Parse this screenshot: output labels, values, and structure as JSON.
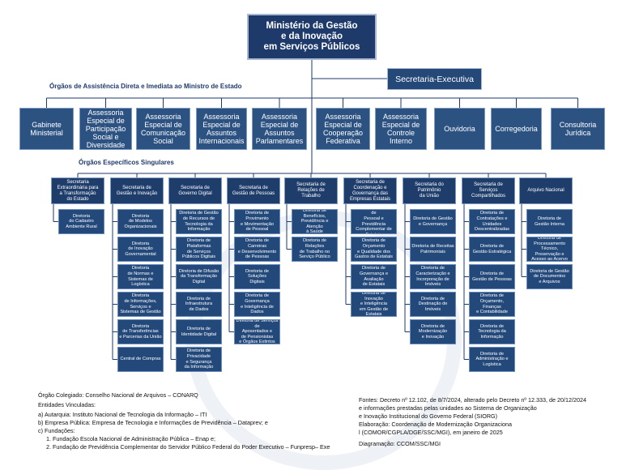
{
  "org_chart": {
    "ministry": "Ministério da Gestão\ne da Inovação\nem Serviços Públicos",
    "executive_secretariat": "Secretaria-Executiva",
    "direct_assistance_heading": "Órgãos de Assistência Direta e Imediata ao Ministro de Estado",
    "direct_assistance": [
      "Gabinete\nMinisterial",
      "Assessoria\nEspecial de\nParticipação\nSocial e\nDiversidade",
      "Assessoria\nEspecial de\nComunicação\nSocial",
      "Assessoria\nEspecial de\nAssuntos\nInternacionais",
      "Assessoria\nEspecial de\nAssuntos\nParlamentares",
      "Assessoria\nEspecial de\nCooperação\nFederativa",
      "Assessoria\nEspecial de\nControle\nInterno",
      "Ouvidoria",
      "Corregedoria",
      "Consultoria\nJurídica"
    ],
    "singular_heading": "Órgãos Específicos Singulares",
    "secretariats": [
      {
        "name": "Secretaria\nExtraordinária para\na Transformação\ndo Estado",
        "directorates": [
          "Diretoria\ndo Cadastro\nAmbiente Rural"
        ]
      },
      {
        "name": "Secretaria de\nGestão e Inovação",
        "directorates": [
          "Diretoria\nde Modelos\nOrganizacionais",
          "Diretoria\nde Inovação\nGovernamental",
          "Diretoria\nde Normas e\nSistemas de Logística",
          "Diretoria\nde Informações,\nServiços e\nSistemas de Gestão",
          "Diretoria\nde Transferências\ne Parcerias da União",
          "Central de Compras"
        ]
      },
      {
        "name": "Secretaria de\nGoverno Digital",
        "directorates": [
          "Diretoria de Gestão\nde Recursos de\nTecnologia da Informação",
          "Diretoria de Plataformas\nde Serviços\nPúblicos Digitais",
          "Diretoria de Difusão\nda Transformação\nDigital",
          "Diretoria de\nInfraestrutura\nde Dados",
          "Diretoria de\nIdentidade Digital",
          "Diretoria de Privacidade\ne Segurança\nda Informação"
        ]
      },
      {
        "name": "Secretaria de\nGestão de Pessoas",
        "directorates": [
          "Diretoria de Provimento\ne Movimentação\nde Pessoal",
          "Diretoria de Carreiras\ne Desenvolvimento\nde Pessoas",
          "Diretoria de\nSoluções\nDigitais",
          "Diretoria de Governança\ne Inteligência de\nDados",
          "Diretoria de Serviços de\nAposentados e\nde Pensionistas\ne Órgãos Extintos"
        ]
      },
      {
        "name": "Secretaria de\nRelações de\nTrabalho",
        "directorates": [
          "Diretoria de Benefícios,\nPrevidência e Atenção\nà Saúde",
          "Diretoria de Relações\nde Trabalho no\nServiço Público"
        ]
      },
      {
        "name": "Secretaria de\nCoordenação e\nGovernança das\nEmpresas Estatais",
        "directorates": [
          "Diretoria de Política de\nPessoal e Previdência\nComplementar de Estatais",
          "Diretoria de Orçamento\ne Qualidade dos\nGastos de Estatais",
          "Diretoria de\nGovernança e Avaliação\nde Estatais",
          "Diretoria de Inovação\ne Inteligência\nem Gestão de Estatais"
        ]
      },
      {
        "name": "Secretaria do\nPatrimônio\nda União",
        "directorates": [
          "Diretoria de Gestão\ne Governança",
          "Diretoria de Receitas\nPatrimoniais",
          "Diretoria de\nCaracterização e\nIncorporação de Imóveis",
          "Diretoria de\nDestinação de Imóveis",
          "Diretoria de\nModernização\ne Inovação"
        ]
      },
      {
        "name": "Secretaria de\nServiços\nCompartilhados",
        "directorates": [
          "Diretoria de\nContratações e Unidades\nDescentralizadas",
          "Diretoria de\nGestão Estratégica",
          "Diretoria de\nGestão de Pessoas",
          "Diretoria de\nOrçamento, Finanças\ne Contabilidade",
          "Diretoria de\nTecnologia da\nInformação",
          "Diretoria de\nAdministração e\nLogística"
        ]
      },
      {
        "name": "Arquivo Nacional",
        "directorates": [
          "Diretoria de\nGestão Interna",
          "Diretoria de Processamento\nTécnico, Preservação e\nAcesso ao Acervo",
          "Diretoria de Gestão\nde Documentos\ne Arquivos"
        ]
      }
    ]
  },
  "footer_left": {
    "collegiate": "Órgão Colegiado: Conselho Nacional de Arquivos – CONARQ",
    "linked_title": "Entidades Vinculadas:",
    "items": [
      "a) Autarquia: Instituto Nacional de Tecnologia da Informação – ITI",
      "b) Empresa Pública: Empresa de Tecnologia e Informações de Previdência – Dataprev; e",
      "c) Fundações:",
      "1. Fundação Escola Nacional de Administração Pública – Enap e;",
      "2. Fundação de Previdência Complementar do Servidor Público Federal do Poder Executivo – Funpresp– Exe"
    ]
  },
  "footer_right": {
    "lines": [
      "Fontes: Decreto nº 12.102, de 8/7/2024, alterado pelo Decreto nº 12.333, de 20/12/2024",
      "e informações prestadas pelas unidades ao Sistema de Organização",
      "e Inovação Institucional do Governo Federal (SIORG)",
      "Elaboração: Coordenação de Modernização Organizaciona",
      "l (COMOR/CGPLA/DGE/SSC/MGI), em janeiro de 2025",
      "Diagramação: CCOM/SSC/MGI"
    ]
  },
  "colors": {
    "dark": "#1e3a6b",
    "mid": "#2c5282",
    "line": "#1e3a6b"
  }
}
